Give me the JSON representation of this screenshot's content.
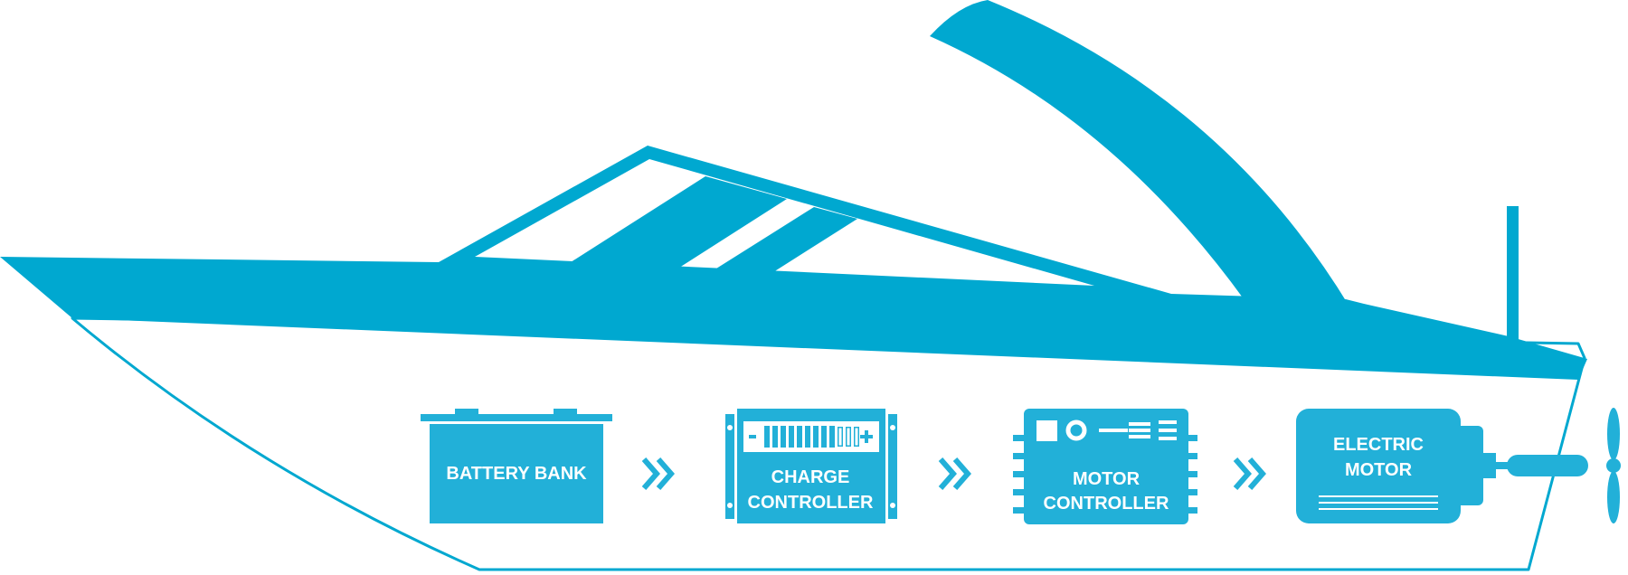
{
  "diagram": {
    "colors": {
      "primary": "#00a8d0",
      "component": "#22b0d8",
      "background": "#ffffff",
      "label_text": "#ffffff"
    },
    "components": [
      {
        "id": "battery",
        "icon": "battery-icon",
        "lines": [
          "BATTERY BANK"
        ]
      },
      {
        "id": "charge",
        "icon": "charge-controller-icon",
        "lines": [
          "CHARGE",
          "CONTROLLER"
        ]
      },
      {
        "id": "motorctl",
        "icon": "motor-controller-icon",
        "lines": [
          "MOTOR",
          "CONTROLLER"
        ]
      },
      {
        "id": "motor",
        "icon": "electric-motor-icon",
        "lines": [
          "ELECTRIC",
          "MOTOR"
        ]
      }
    ],
    "flow_arrows": [
      {
        "from": "battery",
        "to": "charge",
        "icon": "double-chevron-right-icon"
      },
      {
        "from": "charge",
        "to": "motorctl",
        "icon": "double-chevron-right-icon"
      },
      {
        "from": "motorctl",
        "to": "motor",
        "icon": "double-chevron-right-icon"
      }
    ],
    "illustration": {
      "icon": "boat-icon",
      "extra_icons": [
        "propeller-icon",
        "antenna-icon"
      ]
    }
  }
}
